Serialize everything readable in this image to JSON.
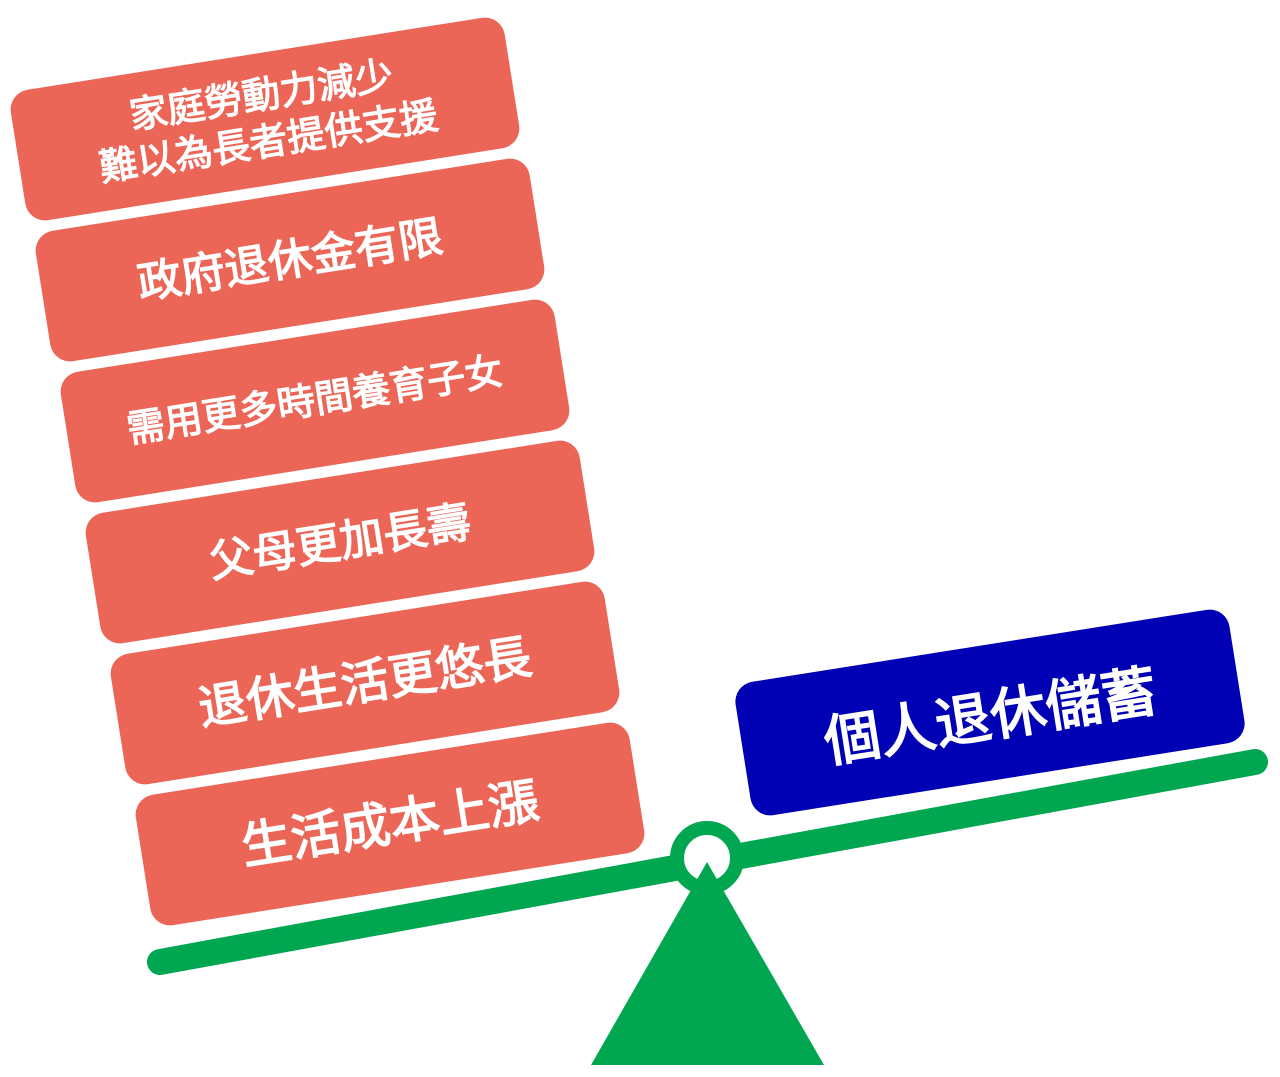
{
  "pressures": [
    {
      "label": "家庭勞動力減少\n難以為長者提供支援"
    },
    {
      "label": "政府退休金有限"
    },
    {
      "label": "需用更多時間養育子女"
    },
    {
      "label": "父母更加長壽"
    },
    {
      "label": "退休生活更悠長"
    },
    {
      "label": "生活成本上漲"
    }
  ],
  "savings": {
    "label": "個人退休儲蓄"
  },
  "colors": {
    "pressure_block": "#ec6657",
    "savings_block": "#0000b4",
    "seesaw": "#00a650",
    "text": "#ffffff"
  }
}
